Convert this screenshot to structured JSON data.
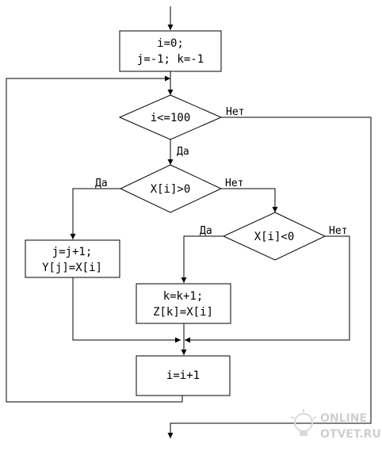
{
  "flowchart": {
    "init_line1": "i=0;",
    "init_line2": "j=-1; k=-1",
    "loop_condition": "i<=100",
    "cond_positive": "X[i]>0",
    "cond_negative": "X[i]<0",
    "pos_line1": "j=j+1;",
    "pos_line2": "Y[j]=X[i]",
    "neg_line1": "k=k+1;",
    "neg_line2": "Z[k]=X[i]",
    "increment": "i=i+1",
    "labels": {
      "loop_yes": "Да",
      "loop_no": "Нет",
      "pos_yes": "Да",
      "pos_no": "Нет",
      "neg_yes": "Да",
      "neg_no": "Нет"
    }
  },
  "watermark": {
    "line1": "ONLINE",
    "line2": "OTVET.RU",
    "icon": "lightbulb-icon"
  }
}
